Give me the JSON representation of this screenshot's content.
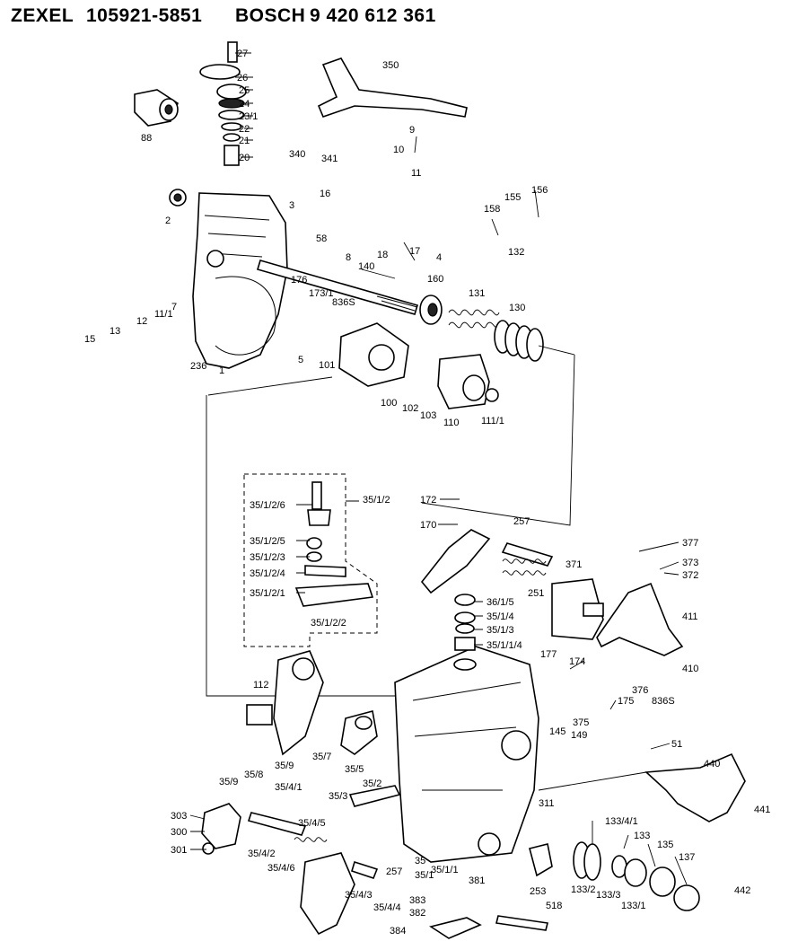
{
  "header": {
    "brand1": "ZEXEL",
    "part_no1": "105921-5851",
    "brand2": "BOSCH",
    "part_no2": "9 420 612 361"
  },
  "callouts": [
    "27",
    "26",
    "25",
    "24",
    "23/1",
    "22",
    "21",
    "20",
    "350",
    "88",
    "9",
    "10",
    "11",
    "340",
    "341",
    "16",
    "2",
    "3",
    "58",
    "8",
    "18",
    "17",
    "155",
    "156",
    "158",
    "132",
    "4",
    "140",
    "12",
    "11/1",
    "7",
    "13",
    "15",
    "176",
    "173/1",
    "836S",
    "160",
    "131",
    "130",
    "5",
    "236",
    "1",
    "101",
    "100",
    "102",
    "103",
    "110",
    "111/1",
    "35/1/2",
    "35/1/2/6",
    "35/1/2/5",
    "35/1/2/3",
    "35/1/2/4",
    "35/1/2/1",
    "35/1/2/2",
    "172",
    "170",
    "257",
    "36/1/5",
    "35/1/4",
    "35/1/3",
    "35/1/1/4",
    "251",
    "371",
    "377",
    "373",
    "372",
    "411",
    "410",
    "376",
    "177",
    "174",
    "175",
    "836S",
    "51",
    "375",
    "145",
    "149",
    "112",
    "35/8",
    "35/9",
    "35/7",
    "35/4/1",
    "35/5",
    "35/9",
    "311",
    "440",
    "441",
    "442",
    "35/3",
    "35/2",
    "303",
    "300",
    "301",
    "35/4/5",
    "35/4/2",
    "35/4/6",
    "35",
    "35/1",
    "35/1/1",
    "257",
    "133/4/1",
    "133",
    "135",
    "137",
    "133/2",
    "133/3",
    "133/1",
    "381",
    "253",
    "518",
    "35/4/3",
    "35/4/4",
    "383",
    "382",
    "384"
  ]
}
